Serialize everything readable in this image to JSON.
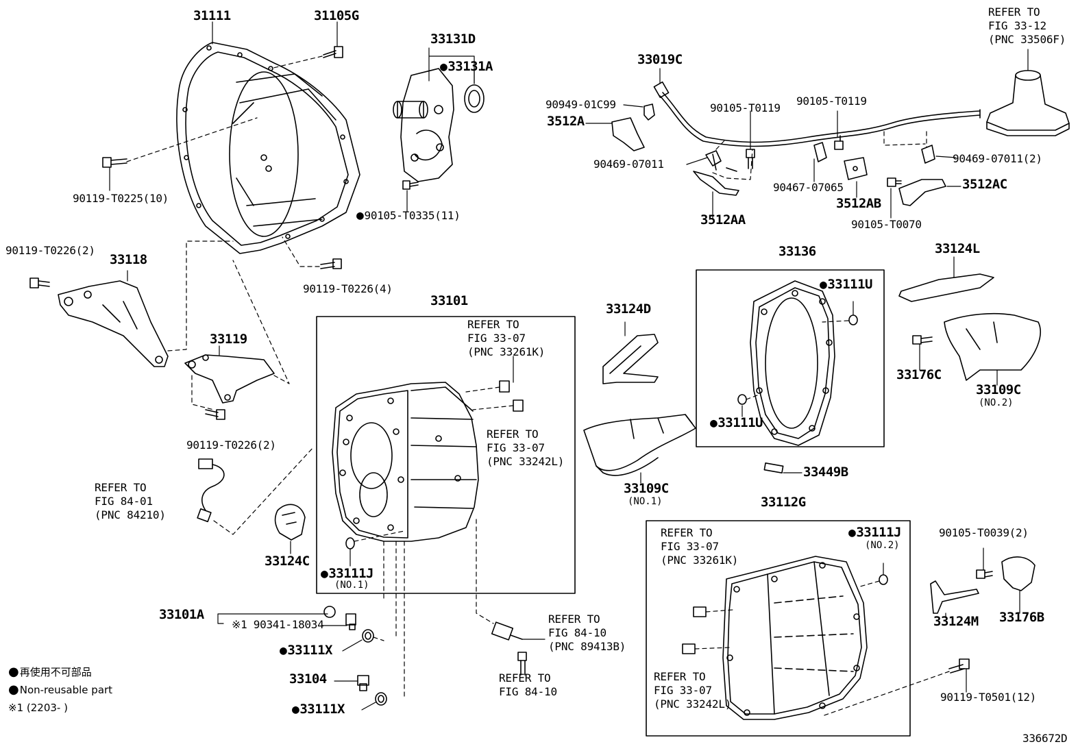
{
  "callouts": {
    "p31111": "31111",
    "p31105G": "31105G",
    "p33131D": "33131D",
    "p33131A": "33131A",
    "p90119_T0225": "90119-T0225(10)",
    "p90105_T0335": "90105-T0335(11)",
    "p90119_T0226_2a": "90119-T0226(2)",
    "p33118": "33118",
    "p90119_T0226_4": "90119-T0226(4)",
    "p33119": "33119",
    "p90119_T0226_2b": "90119-T0226(2)",
    "p33101": "33101",
    "p33124C": "33124C",
    "p33111J_left": "33111J",
    "p33101A": "33101A",
    "p90341": "※1 90341-18034",
    "p33111X_a": "33111X",
    "p33104": "33104",
    "p33111X_b": "33111X",
    "p33019C": "33019C",
    "p90949": "90949-01C99",
    "p3512A": "3512A",
    "p90105_T0119a": "90105-T0119",
    "p90105_T0119b": "90105-T0119",
    "p90469_07011": "90469-07011",
    "p90469_07011_2": "90469-07011(2)",
    "p90467": "90467-07065",
    "p3512AC": "3512AC",
    "p3512AB": "3512AB",
    "p3512AA": "3512AA",
    "p90105_T0070": "90105-T0070",
    "p33124D": "33124D",
    "p33109C_1": "33109C",
    "p33136": "33136",
    "p33111U_top": "33111U",
    "p33111U_bot": "33111U",
    "p33449B": "33449B",
    "p33124L": "33124L",
    "p33176C": "33176C",
    "p33109C_2": "33109C",
    "p33112G": "33112G",
    "p33111J_right": "33111J",
    "p90105_T0039": "90105-T0039(2)",
    "p33124M": "33124M",
    "p33176B": "33176B",
    "p90119_T0501": "90119-T0501(12)"
  },
  "sublabels": {
    "no1_left": "(NO.1)",
    "no1_cover": "(NO.1)",
    "no2_cover": "(NO.2)",
    "no2_right": "(NO.2)"
  },
  "refs": {
    "r_top_right": "REFER TO\nFIG 33-12\n(PNC 33506F)",
    "r_33261K_a": "REFER TO\nFIG 33-07\n(PNC 33261K)",
    "r_33242L_a": "REFER TO\nFIG 33-07\n(PNC 33242L)",
    "r_84210": "REFER TO\nFIG 84-01\n(PNC 84210)",
    "r_89413B": "REFER TO\nFIG 84-10\n(PNC 89413B)",
    "r_84_10": "REFER TO\nFIG 84-10",
    "r_33261K_b": "REFER TO\nFIG 33-07\n(PNC 33261K)",
    "r_33242L_b": "REFER TO\nFIG 33-07\n(PNC 33242L)"
  },
  "legend": {
    "jp": "再使用不可部品",
    "en": "Non-reusable part",
    "date_note": "※1 (2203-      )"
  },
  "figure_id": "336672D",
  "colors": {
    "ink": "#000000",
    "paper": "#ffffff"
  }
}
